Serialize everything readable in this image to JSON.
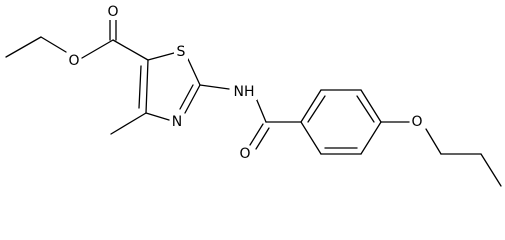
{
  "molecule": {
    "atoms": {
      "ester_o_carbonyl": "O",
      "ester_o_ether": "O",
      "thiazole_s": "S",
      "thiazole_n": "N",
      "amide_nh": "NH",
      "amide_o": "O",
      "ether_o": "O"
    }
  }
}
